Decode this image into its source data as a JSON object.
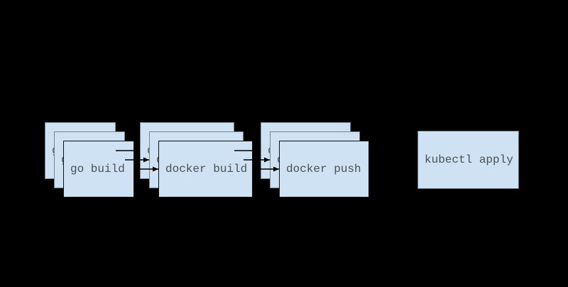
{
  "diagram": {
    "background_color": "#000000",
    "box_fill_color": "#cfe2f3",
    "back_box_border_color": "#78858f",
    "front_box_border_color": "#101214",
    "text_color": "#4b5055",
    "arrow_color": "#000000",
    "stacks": [
      {
        "label": "go build",
        "copies": 3
      },
      {
        "label": "docker build",
        "copies": 3
      },
      {
        "label": "docker push",
        "copies": 3
      }
    ],
    "single_box": {
      "label": "kubectl apply"
    },
    "connections": [
      {
        "from": "go build",
        "to": "docker build"
      },
      {
        "from": "docker build",
        "to": "docker push"
      },
      {
        "from": "docker push",
        "to": "kubectl apply"
      }
    ]
  }
}
